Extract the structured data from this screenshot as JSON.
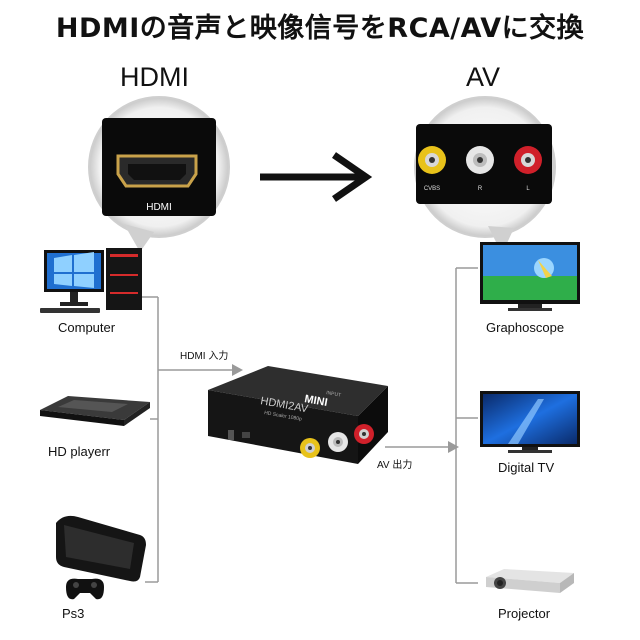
{
  "title": "HDMIの音声と映像信号をRCA/AVに交換",
  "left_header": "HDMI",
  "right_header": "AV",
  "hdmi_port_label": "HDMI",
  "rca_labels": [
    "CVBS",
    "R",
    "L"
  ],
  "sources": [
    {
      "label": "Computer"
    },
    {
      "label": "HD playerr"
    },
    {
      "label": "Ps3"
    }
  ],
  "outputs": [
    {
      "label": "Graphoscope"
    },
    {
      "label": "Digital  TV"
    },
    {
      "label": "Projector"
    }
  ],
  "input_label": "HDMI 入力",
  "output_label": "AV 出力",
  "device": {
    "brand": "MINI",
    "model": "HDMI2AV",
    "sub": "HD Scaler 1080p",
    "port_text": "INPUT"
  },
  "colors": {
    "rca_yellow": "#e8c21a",
    "rca_white": "#e6e6e6",
    "rca_red": "#d0202a",
    "line": "#9a9a9a"
  }
}
